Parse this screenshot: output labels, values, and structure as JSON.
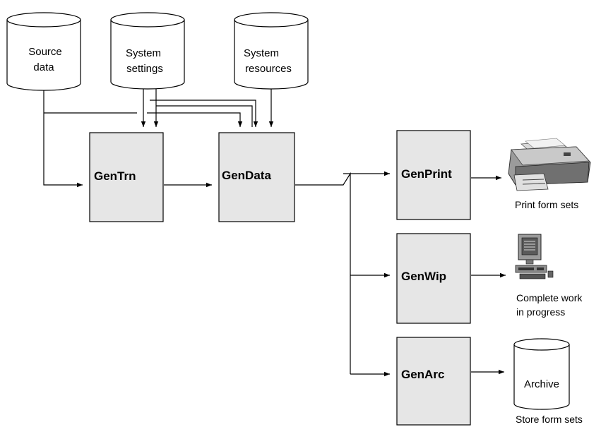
{
  "sources": {
    "source_data": [
      "Source",
      "data"
    ],
    "system_settings": [
      "System",
      "settings"
    ],
    "system_resources": [
      "System",
      "resources"
    ]
  },
  "processes": {
    "gentrn": "GenTrn",
    "gendata": "GenData",
    "genprint": "GenPrint",
    "genwip": "GenWip",
    "genarc": "GenArc"
  },
  "outputs": {
    "print": [
      "Print form sets"
    ],
    "wip": [
      "Complete work",
      "in progress"
    ],
    "archive_label": "Archive",
    "store": [
      "Store form sets"
    ]
  },
  "icons": {
    "printer": "printer-icon",
    "workstation": "computer-workstation-icon",
    "archive": "archive-database-icon"
  },
  "colors": {
    "process_fill": "#e6e6e6",
    "line": "#000000"
  }
}
